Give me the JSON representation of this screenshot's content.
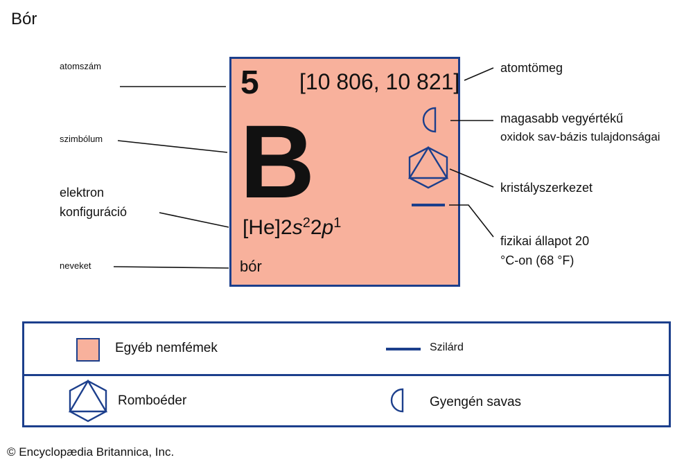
{
  "title": "Bór",
  "card": {
    "atomic_number": "5",
    "atomic_mass": "[10 806, 10 821]",
    "symbol": "B",
    "configuration": {
      "prefix": "[He]2",
      "s_letter": "s",
      "s_exp": "2",
      "mid": "2",
      "p_letter": "p",
      "p_exp": "1"
    },
    "name": "bór",
    "fill_color": "#f8b19c"
  },
  "labels": {
    "atomic_number": "atomszám",
    "symbol": "szimbólum",
    "config_line1": "elektron",
    "config_line2": "konfiguráció",
    "names": "neveket",
    "atomic_mass": "atomtömeg",
    "oxide_line1": "magasabb vegyértékű",
    "oxide_line2": "oxidok sav-bázis tulajdonságai",
    "crystal": "kristályszerkezet",
    "state_line1": "fizikai állapot 20",
    "state_line2": "°C-on (68 °F)"
  },
  "legend": {
    "other_nonmetals": "Egyéb nemfémek",
    "solid": "Szilárd",
    "rhombohedral": "Romboéder",
    "weakly_acidic": "Gyengén savas"
  },
  "icons": {
    "oxide": "half-circle-icon",
    "crystal": "hexagon-triangle-icon",
    "state": "bar-icon"
  },
  "accent_color": "#1c3f8c",
  "copyright": "© Encyclopædia Britannica, Inc."
}
